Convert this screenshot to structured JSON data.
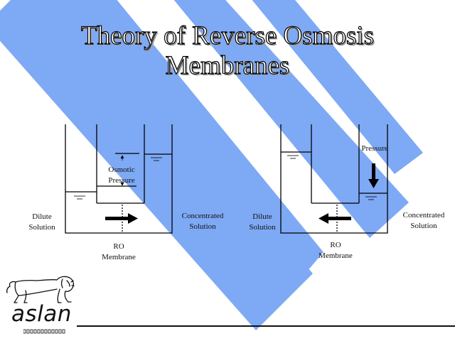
{
  "slide": {
    "title_line1": "Theory of Reverse Osmosis",
    "title_line2": "Membranes",
    "stripe_color": "#7ea9f5"
  },
  "left_diagram": {
    "dilute_line1": "Dilute",
    "dilute_line2": "Solution",
    "osmotic_line1": "Osmotic",
    "osmotic_line2": "Pressure",
    "concentrated_line1": "Concentrated",
    "concentrated_line2": "Solution",
    "membrane_line1": "RO",
    "membrane_line2": "Membrane",
    "flow_direction": "right"
  },
  "right_diagram": {
    "dilute_line1": "Dilute",
    "dilute_line2": "Solution",
    "pressure_label": "Pressure",
    "concentrated_line1": "Concentrated",
    "concentrated_line2": "Solution",
    "membrane_line1": "RO",
    "membrane_line2": "Membrane",
    "flow_direction": "left"
  },
  "logo": {
    "brand": "aslan",
    "icon": "lion-icon"
  }
}
